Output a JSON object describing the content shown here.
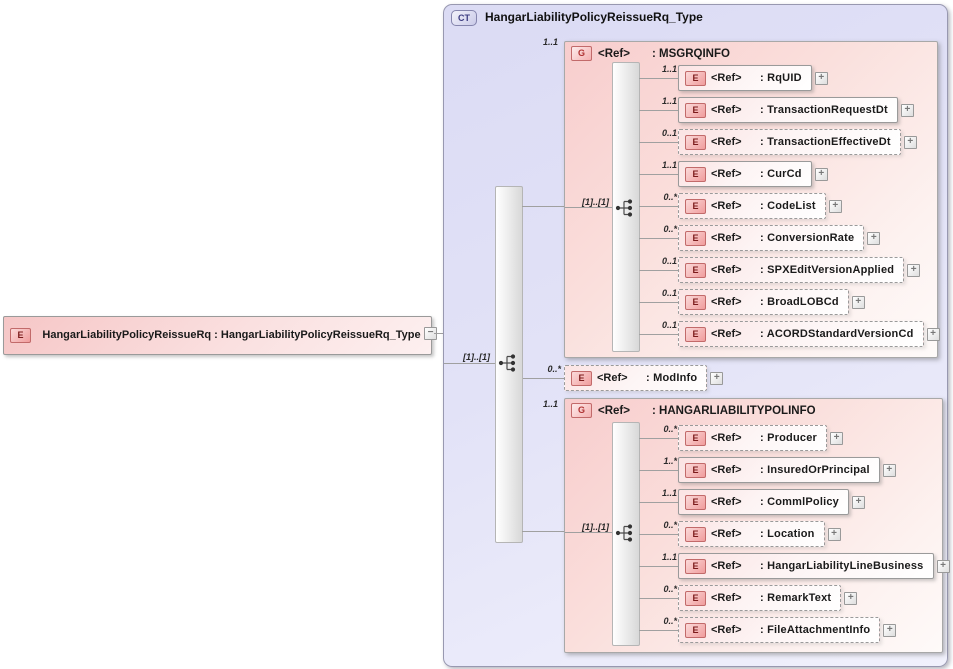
{
  "badges": {
    "element": "E",
    "group": "G",
    "complex_type": "CT"
  },
  "icons": {
    "expand": "+",
    "collapse": "−"
  },
  "root": {
    "label": "HangarLiabilityPolicyReissueRq : HangarLiabilityPolicyReissueRq_Type"
  },
  "ct": {
    "title": "HangarLiabilityPolicyReissueRq_Type",
    "occurrence": "[1]..[1]",
    "cardinality_msgrqinfo": "1..1",
    "cardinality_modinfo": "0..*",
    "cardinality_polinfo": "1..1"
  },
  "msgrqinfo": {
    "ref": "<Ref>",
    "name": ": MSGRQINFO",
    "occurrence": "[1]..[1]",
    "children": [
      {
        "ref": "<Ref>",
        "name": ": RqUID",
        "cardinality": "1..1",
        "optional": false
      },
      {
        "ref": "<Ref>",
        "name": ": TransactionRequestDt",
        "cardinality": "1..1",
        "optional": false
      },
      {
        "ref": "<Ref>",
        "name": ": TransactionEffectiveDt",
        "cardinality": "0..1",
        "optional": true
      },
      {
        "ref": "<Ref>",
        "name": ": CurCd",
        "cardinality": "1..1",
        "optional": false
      },
      {
        "ref": "<Ref>",
        "name": ": CodeList",
        "cardinality": "0..*",
        "optional": true
      },
      {
        "ref": "<Ref>",
        "name": ": ConversionRate",
        "cardinality": "0..*",
        "optional": true
      },
      {
        "ref": "<Ref>",
        "name": ": SPXEditVersionApplied",
        "cardinality": "0..1",
        "optional": true
      },
      {
        "ref": "<Ref>",
        "name": ": BroadLOBCd",
        "cardinality": "0..1",
        "optional": true
      },
      {
        "ref": "<Ref>",
        "name": ": ACORDStandardVersionCd",
        "cardinality": "0..1",
        "optional": true
      }
    ]
  },
  "modinfo": {
    "items": [
      {
        "ref": "<Ref>",
        "name": ": ModInfo",
        "cardinality": "0..*",
        "optional": true
      }
    ]
  },
  "polinfo": {
    "ref": "<Ref>",
    "name": ": HANGARLIABILITYPOLINFO",
    "occurrence": "[1]..[1]",
    "children": [
      {
        "ref": "<Ref>",
        "name": ": Producer",
        "cardinality": "0..*",
        "optional": true
      },
      {
        "ref": "<Ref>",
        "name": ": InsuredOrPrincipal",
        "cardinality": "1..*",
        "optional": false
      },
      {
        "ref": "<Ref>",
        "name": ": CommlPolicy",
        "cardinality": "1..1",
        "optional": false
      },
      {
        "ref": "<Ref>",
        "name": ": Location",
        "cardinality": "0..*",
        "optional": true
      },
      {
        "ref": "<Ref>",
        "name": ": HangarLiabilityLineBusiness",
        "cardinality": "1..1",
        "optional": false
      },
      {
        "ref": "<Ref>",
        "name": ": RemarkText",
        "cardinality": "0..*",
        "optional": true
      },
      {
        "ref": "<Ref>",
        "name": ": FileAttachmentInfo",
        "cardinality": "0..*",
        "optional": true
      }
    ]
  },
  "colors": {
    "element_fill": "#f6c6c6",
    "group_fill": "#f8cdcd",
    "container_fill": "#e0e0f6",
    "badge_border": "#c26a6a",
    "connector_line": "#a0a0a0"
  }
}
